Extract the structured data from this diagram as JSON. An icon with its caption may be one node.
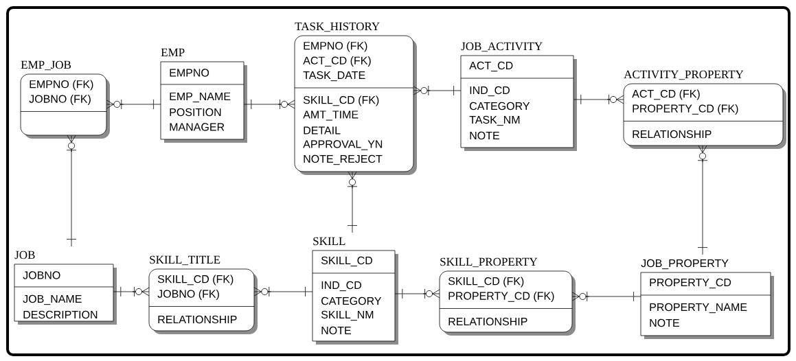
{
  "diagram": {
    "nodes": [
      {
        "text": [
          "EMP_JOB",
          "EMPNO (FK)",
          "JOBNO (FK)"
        ]
      },
      {
        "text": [
          "EMP",
          "EMPNO",
          "EMP_NAME",
          "POSITION",
          "MANAGER"
        ]
      },
      {
        "text": [
          "TASK_HISTORY",
          "EMPNO (FK)",
          "ACT_CD (FK)",
          "TASK_DATE",
          "SKILL_CD (FK)",
          "AMT_TIME",
          "DETAIL",
          "APPROVAL_YN",
          "NOTE_REJECT"
        ]
      },
      {
        "text": [
          "JOB_ACTIVITY",
          "ACT_CD",
          "IND_CD",
          "CATEGORY",
          "TASK_NM",
          "NOTE"
        ]
      },
      {
        "text": [
          "ACTIVITY_PROPERTY",
          "ACT_CD (FK)",
          "PROPERTY_CD (FK)",
          "RELATIONSHIP"
        ]
      },
      {
        "text": [
          "JOB",
          "JOBNO",
          "JOB_NAME",
          "DESCRIPTION"
        ]
      },
      {
        "text": [
          "SKILL_TITLE",
          "SKILL_CD (FK)",
          "JOBNO (FK)",
          "RELATIONSHIP"
        ]
      },
      {
        "text": [
          "SKILL",
          "SKILL_CD",
          "IND_CD",
          "CATEGORY",
          "SKILL_NM",
          "NOTE"
        ]
      },
      {
        "text": [
          "SKILL_PROPERTY",
          "SKILL_CD (FK)",
          "PROPERTY_CD (FK)",
          "RELATIONSHIP"
        ]
      },
      {
        "text": [
          "JOB_PROPERTY",
          "PROPERTY_CD",
          "PROPERTY_NAME",
          "NOTE"
        ]
      }
    ],
    "edges": [
      {
        "from": 1,
        "to": 0,
        "arrow": "other"
      },
      {
        "from": 1,
        "to": 2,
        "arrow": "other"
      },
      {
        "from": 3,
        "to": 2,
        "arrow": "other"
      },
      {
        "from": 3,
        "to": 4,
        "arrow": "other"
      },
      {
        "from": 5,
        "to": 0,
        "arrow": "other"
      },
      {
        "from": 7,
        "to": 2,
        "arrow": "other"
      },
      {
        "from": 5,
        "to": 6,
        "arrow": "other"
      },
      {
        "from": 7,
        "to": 6,
        "arrow": "other"
      },
      {
        "from": 7,
        "to": 8,
        "arrow": "other"
      },
      {
        "from": 9,
        "to": 8,
        "arrow": "other"
      },
      {
        "from": 9,
        "to": 4,
        "arrow": "other"
      }
    ]
  }
}
